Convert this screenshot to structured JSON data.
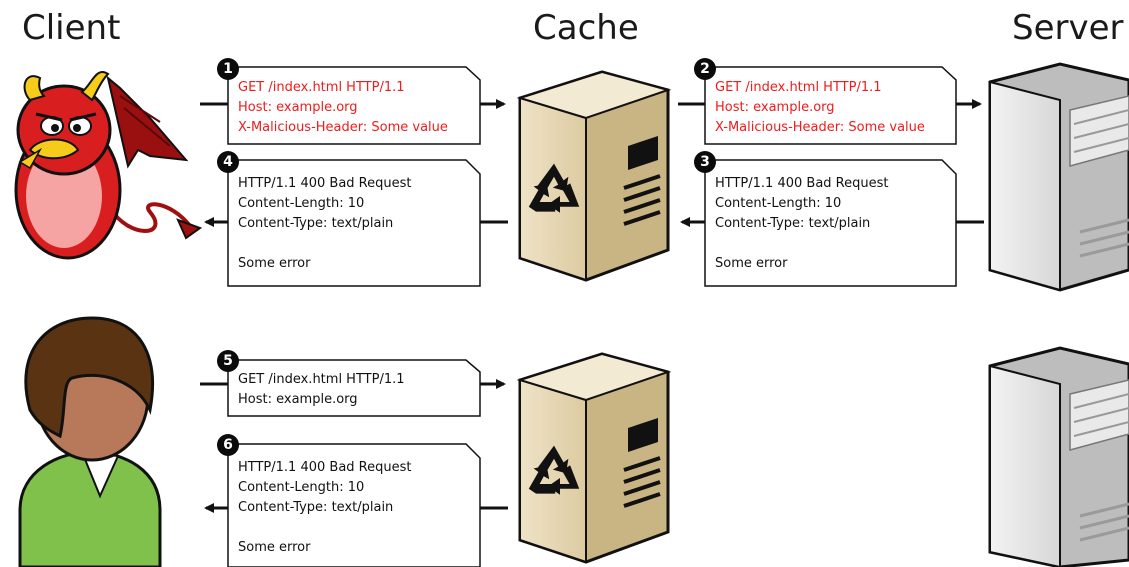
{
  "headings": {
    "client": "Client",
    "cache": "Cache",
    "server": "Server"
  },
  "colors": {
    "malicious_text": "#ee1c1c",
    "normal_text": "#111111",
    "badge": "#0b0b0b"
  },
  "icons": {
    "attacker": "red-devil-client-icon",
    "user": "person-client-icon",
    "cache": "cache-server-recycle-icon",
    "server": "server-tower-icon"
  },
  "messages": {
    "m1": {
      "step": "1",
      "lines": [
        "GET /index.html HTTP/1.1",
        "Host: example.org",
        "X-Malicious-Header: Some value"
      ]
    },
    "m2": {
      "step": "2",
      "lines": [
        "GET /index.html HTTP/1.1",
        "Host: example.org",
        "X-Malicious-Header: Some value"
      ]
    },
    "m3": {
      "step": "3",
      "lines": [
        "HTTP/1.1 400 Bad Request",
        "Content-Length: 10",
        "Content-Type: text/plain",
        "",
        "Some error"
      ]
    },
    "m4": {
      "step": "4",
      "lines": [
        "HTTP/1.1 400 Bad Request",
        "Content-Length: 10",
        "Content-Type: text/plain",
        "",
        "Some error"
      ]
    },
    "m5": {
      "step": "5",
      "lines": [
        "GET /index.html HTTP/1.1",
        "Host: example.org"
      ]
    },
    "m6": {
      "step": "6",
      "lines": [
        "HTTP/1.1 400 Bad Request",
        "Content-Length: 10",
        "Content-Type: text/plain",
        "",
        "Some error"
      ]
    }
  }
}
